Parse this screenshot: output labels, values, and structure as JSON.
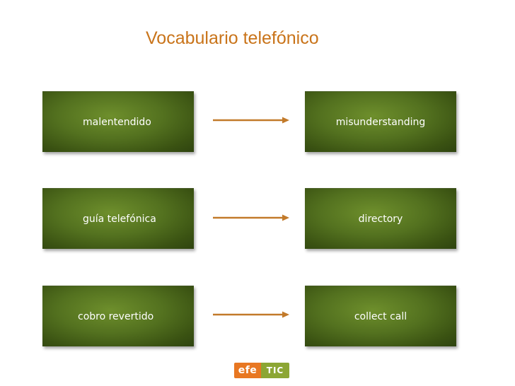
{
  "title": "Vocabulario telefónico",
  "pairs": [
    {
      "spanish": "malentendido",
      "english": "misunderstanding"
    },
    {
      "spanish": "guía telefónica",
      "english": "directory"
    },
    {
      "spanish": "cobro revertido",
      "english": "collect call"
    }
  ],
  "logo": {
    "part1": "efe",
    "part2": "TIC"
  },
  "colors": {
    "title": "#c9741a",
    "box": "#53711f",
    "arrow": "#c27a2a",
    "logo_orange": "#e87722",
    "logo_green": "#8ca634"
  }
}
